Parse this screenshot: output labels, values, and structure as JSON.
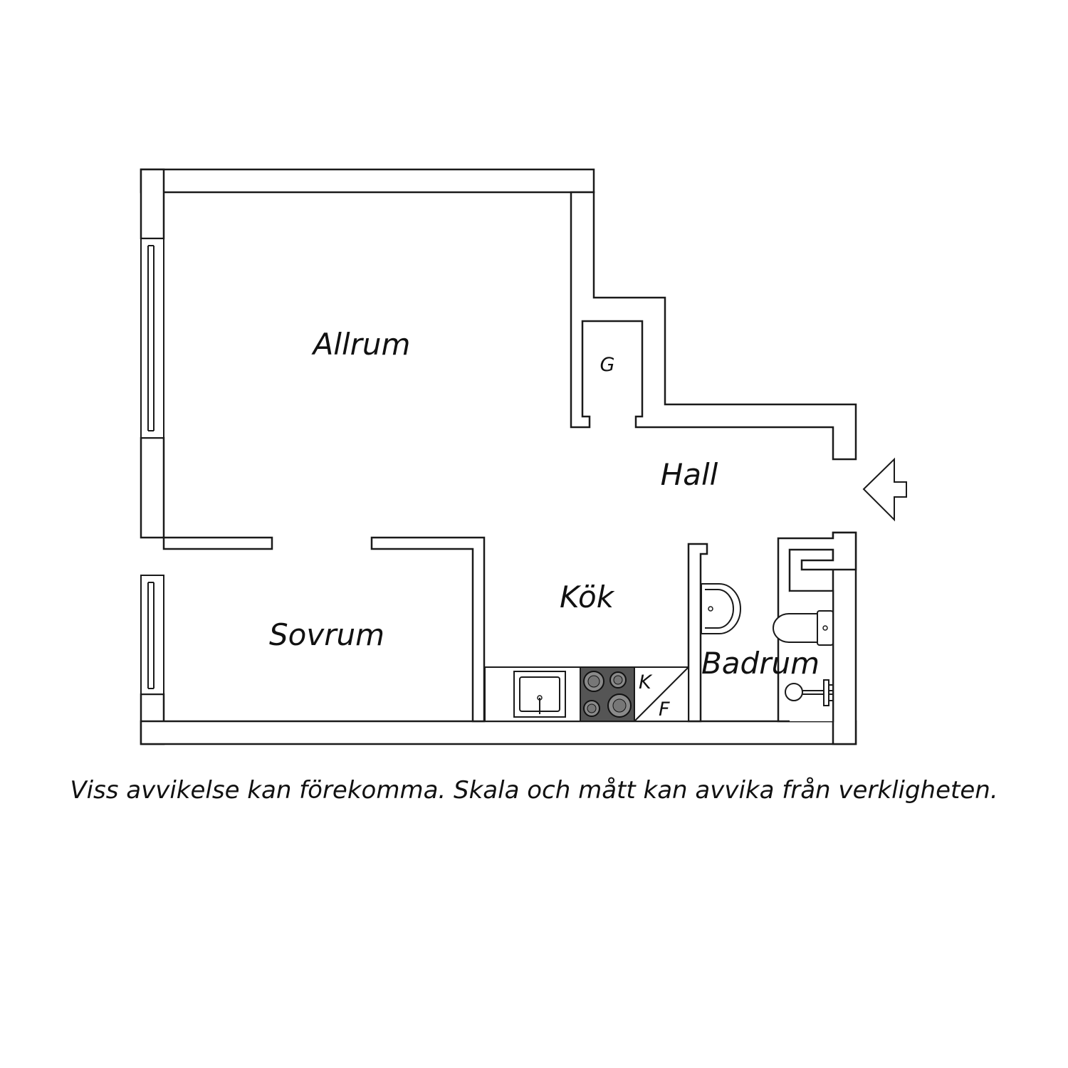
{
  "rooms": {
    "allrum": "Allrum",
    "hall": "Hall",
    "kok": "Kök",
    "sovrum": "Sovrum",
    "badrum": "Badrum",
    "garderob": "G"
  },
  "appliances": {
    "kyl": "K",
    "frys": "F"
  },
  "disclaimer": "Viss avvikelse kan förekomma. Skala och mått kan avvika från verkligheten.",
  "colors": {
    "walls": "#1a1a1a",
    "stove": "#555555",
    "background": "#ffffff"
  }
}
